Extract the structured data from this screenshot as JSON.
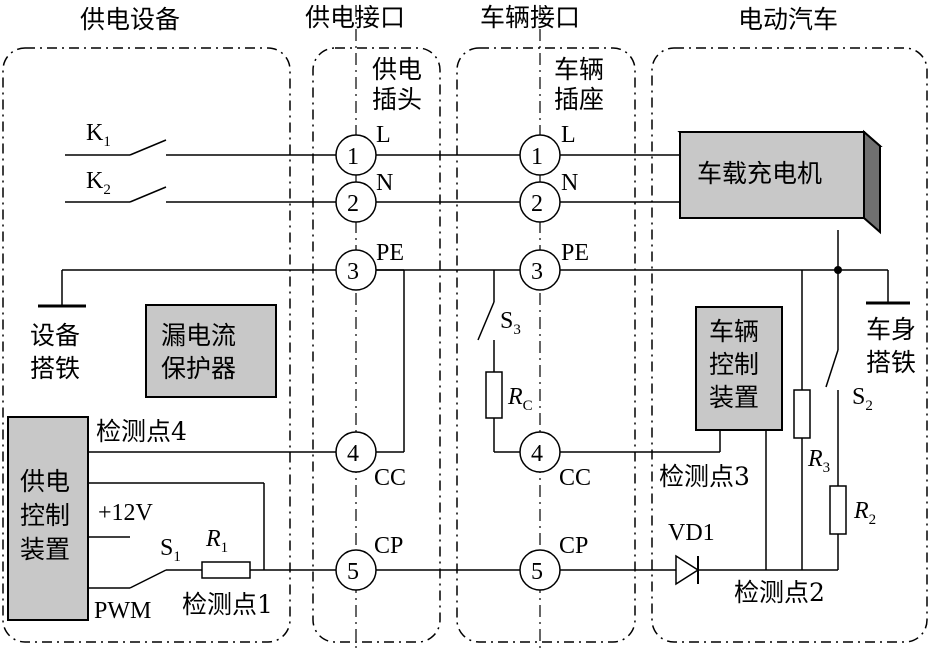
{
  "sections": {
    "supply_equipment": "供电设备",
    "supply_interface": "供电接口",
    "vehicle_interface": "车辆接口",
    "electric_vehicle": "电动汽车"
  },
  "connectors": {
    "supply_plug": [
      "供电",
      "插头"
    ],
    "vehicle_inlet": [
      "车辆",
      "插座"
    ]
  },
  "pins": [
    "1",
    "2",
    "3",
    "4",
    "5"
  ],
  "pin_labels": [
    "L",
    "N",
    "PE",
    "CC",
    "CP"
  ],
  "switches": {
    "k1": [
      "K",
      "1"
    ],
    "k2": [
      "K",
      "2"
    ],
    "s1": [
      "S",
      "1"
    ],
    "s2": [
      "S",
      "2"
    ],
    "s3": [
      "S",
      "3"
    ]
  },
  "resistors": {
    "r1": [
      "R",
      "1"
    ],
    "r2": [
      "R",
      "2"
    ],
    "r3": [
      "R",
      "3"
    ],
    "rc": [
      "R",
      "C"
    ]
  },
  "blocks": {
    "charger": "车载充电机",
    "leakage": [
      "漏电流",
      "保护器"
    ],
    "supply_control": [
      "供电",
      "控制",
      "装置"
    ],
    "vehicle_control": [
      "车辆",
      "控制",
      "装置"
    ]
  },
  "grounds": {
    "equipment": [
      "设备",
      "搭铁"
    ],
    "body": [
      "车身",
      "搭铁"
    ]
  },
  "labels": {
    "v12": "+12V",
    "pwm": "PWM",
    "diode": "VD1"
  },
  "detection_points": {
    "p1": "检测点1",
    "p2": "检测点2",
    "p3": "检测点3",
    "p4": "检测点4"
  }
}
